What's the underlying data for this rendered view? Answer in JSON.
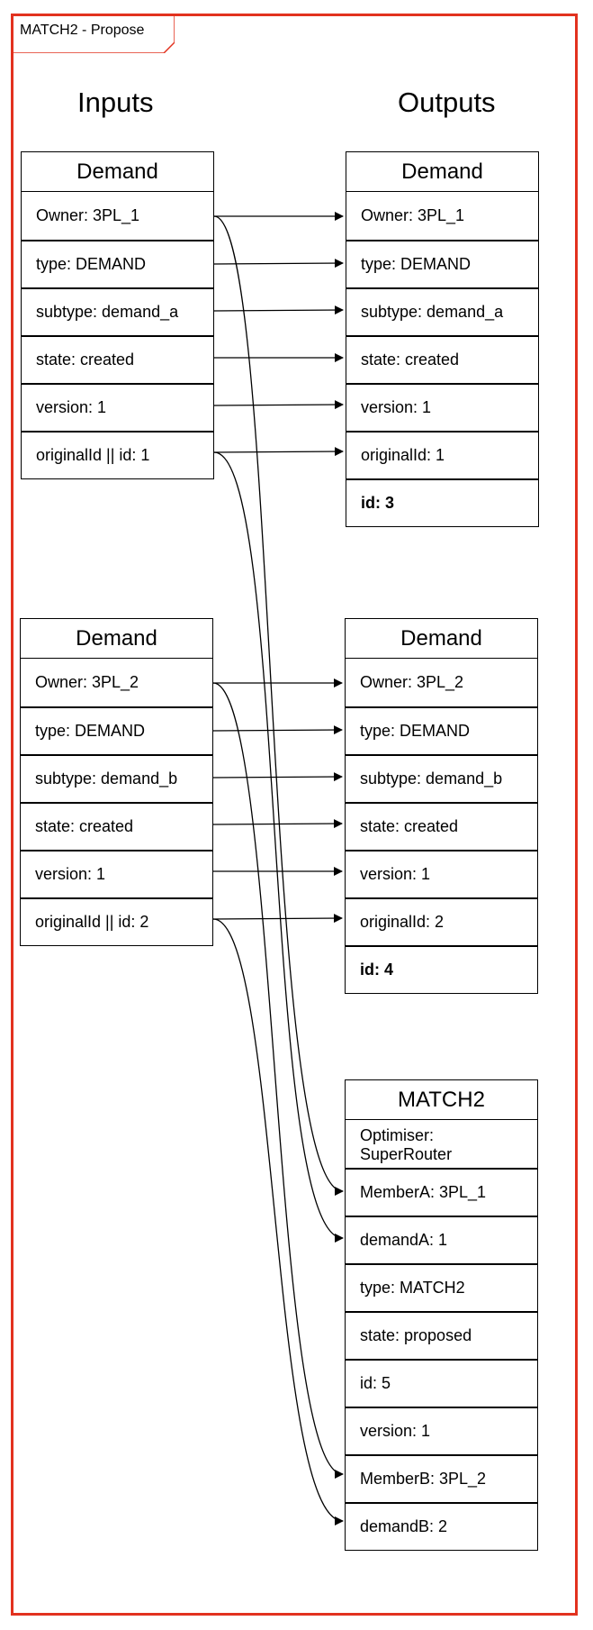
{
  "frame": {
    "label": "MATCH2 - Propose",
    "border_color": "#e2321f"
  },
  "headings": {
    "inputs": "Inputs",
    "outputs": "Outputs"
  },
  "tables": {
    "in1": {
      "title": "Demand",
      "rows": [
        "Owner: 3PL_1",
        "type: DEMAND",
        "subtype: demand_a",
        "state: created",
        "version: 1",
        "originalId || id: 1"
      ]
    },
    "in2": {
      "title": "Demand",
      "rows": [
        "Owner: 3PL_2",
        "type: DEMAND",
        "subtype: demand_b",
        "state: created",
        "version: 1",
        "originalId || id: 2"
      ]
    },
    "out1": {
      "title": "Demand",
      "rows": [
        "Owner: 3PL_1",
        "type: DEMAND",
        "subtype: demand_a",
        "state: created",
        "version: 1",
        "originalId: 1",
        "id: 3"
      ]
    },
    "out2": {
      "title": "Demand",
      "rows": [
        "Owner: 3PL_2",
        "type: DEMAND",
        "subtype: demand_b",
        "state: created",
        "version: 1",
        "originalId: 2",
        "id: 4"
      ]
    },
    "match": {
      "title": "MATCH2",
      "rows": [
        "Optimiser:\nSuperRouter",
        "MemberA: 3PL_1",
        "demandA: 1",
        "type: MATCH2",
        "state: proposed",
        "id: 5",
        "version: 1",
        "MemberB: 3PL_2",
        "demandB: 2"
      ]
    }
  }
}
